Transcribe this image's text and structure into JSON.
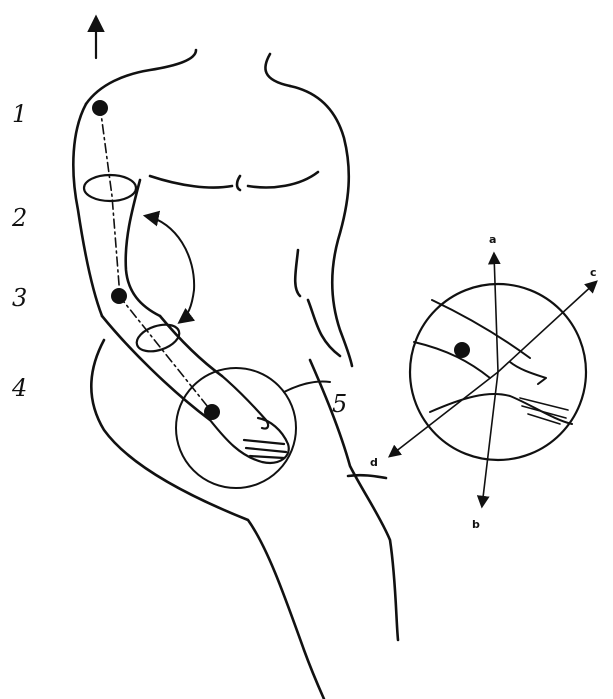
{
  "labels": {
    "joint_1": "1",
    "joint_2": "2",
    "joint_3": "3",
    "joint_4": "4",
    "hand_detail": "5"
  },
  "axes": {
    "a": "a",
    "b": "b",
    "c": "c",
    "d": "d"
  },
  "colors": {
    "ink": "#111111",
    "background": "#ffffff"
  }
}
